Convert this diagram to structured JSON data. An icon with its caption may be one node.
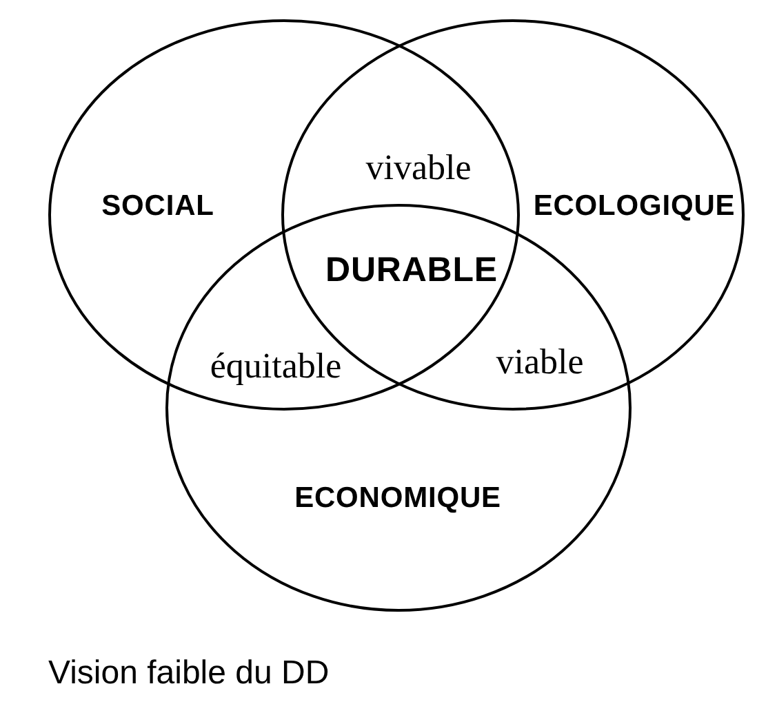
{
  "diagram": {
    "caption": "Vision faible du DD",
    "nodes": [
      {
        "text": [
          "SOCIAL"
        ]
      },
      {
        "text": [
          "ECOLOGIQUE"
        ]
      },
      {
        "text": [
          "ECONOMIQUE"
        ]
      }
    ],
    "labels": [
      "vivable",
      "DURABLE",
      "équitable",
      "viable"
    ]
  }
}
